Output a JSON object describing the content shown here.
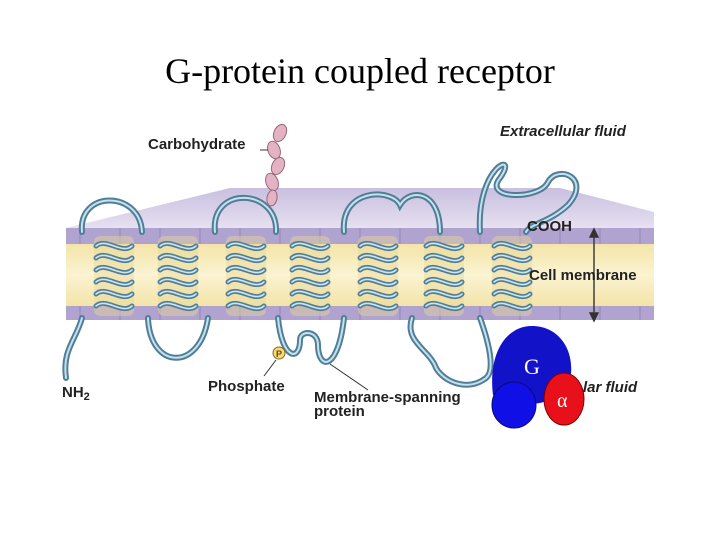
{
  "slide": {
    "title": "G-protein coupled receptor"
  },
  "labels": {
    "carbohydrate": "Carbohydrate",
    "extracellular_fluid": "Extracellular fluid",
    "cooh": "COOH",
    "cell_membrane": "Cell membrane",
    "nh2_main": "NH",
    "nh2_sub": "2",
    "phosphate": "Phosphate",
    "phosphate_marker": "P",
    "membrane_spanning_line1": "Membrane-spanning",
    "membrane_spanning_line2": "protein",
    "intracellular_partial": "lar fluid"
  },
  "g_protein": {
    "g_label": "G",
    "alpha_label": "α",
    "beta_gamma_color": "#1212c8",
    "alpha_color": "#e8101a",
    "subunit_blue_color": "#1010e6"
  },
  "colors": {
    "membrane_top": "#d7d0e6",
    "membrane_core": "#f7edbd",
    "lipid_head": "#b1a3cf",
    "helix": "#5f8ea6",
    "helix_light": "#c8e0ec"
  }
}
